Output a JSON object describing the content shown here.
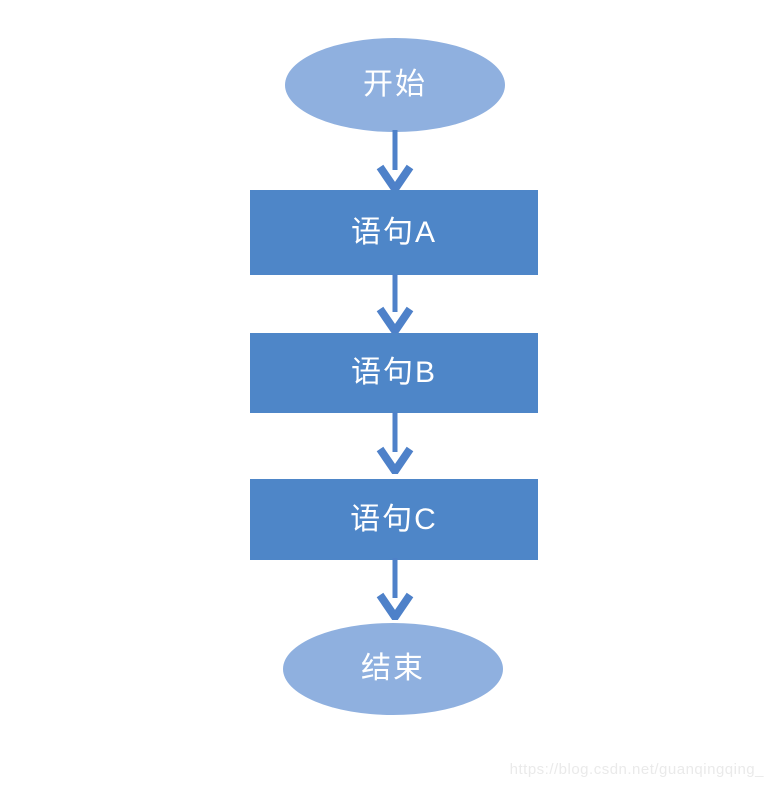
{
  "diagram": {
    "type": "flowchart",
    "direction": "top-to-bottom",
    "nodes": [
      {
        "id": "start",
        "shape": "ellipse",
        "label": "开始"
      },
      {
        "id": "stmt-a",
        "shape": "rectangle",
        "label": "语句A"
      },
      {
        "id": "stmt-b",
        "shape": "rectangle",
        "label": "语句B"
      },
      {
        "id": "stmt-c",
        "shape": "rectangle",
        "label": "语句C"
      },
      {
        "id": "end",
        "shape": "ellipse",
        "label": "结束"
      }
    ],
    "edges": [
      {
        "from": "start",
        "to": "stmt-a"
      },
      {
        "from": "stmt-a",
        "to": "stmt-b"
      },
      {
        "from": "stmt-b",
        "to": "stmt-c"
      },
      {
        "from": "stmt-c",
        "to": "end"
      }
    ],
    "colors": {
      "ellipse_fill": "#8FB0DF",
      "rect_fill": "#4E86C8",
      "arrow": "#4E81C9",
      "text": "#FFFFFF",
      "watermark": "#EAEAEA"
    }
  },
  "watermark": {
    "text": "https://blog.csdn.net/guanqingqing_"
  }
}
